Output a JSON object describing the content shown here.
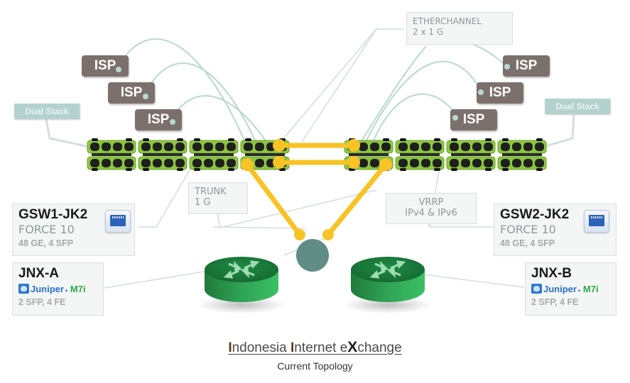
{
  "diagram": {
    "title_parts": [
      "I",
      "ndonesia ",
      "I",
      "nternet e",
      "X",
      "change"
    ],
    "subtitle": "Current Topology",
    "isp_label": "ISP",
    "isp_tags_left": [
      "ISP",
      "ISP",
      "ISP"
    ],
    "isp_tags_right": [
      "ISP",
      "ISP",
      "ISP"
    ],
    "dual_stack_left": "Dual Stack",
    "dual_stack_right": "Dual Stack",
    "notes": {
      "etherchannel": {
        "line1": "ETHERCHANNEL",
        "line2": "2 x 1 G"
      },
      "trunk": {
        "line1": "TRUNK",
        "line2": "1 G"
      },
      "vrrp": {
        "line1": "VRRP",
        "line2": "IPv4 & IPv6"
      }
    },
    "switches": [
      {
        "name": "GSW1-JK2",
        "vendor": "FORCE 10",
        "spec": "48 GE, 4 SFP",
        "icon": "ethernet-port-icon"
      },
      {
        "name": "GSW2-JK2",
        "vendor": "FORCE 10",
        "spec": "48 GE, 4 SFP",
        "icon": "ethernet-port-icon"
      }
    ],
    "routers": [
      {
        "name": "JNX-A",
        "brand": "Juniper",
        "model": "M7i",
        "spec": "2 SFP, 4 FE"
      },
      {
        "name": "JNX-B",
        "brand": "Juniper",
        "model": "M7i",
        "spec": "2 SFP, 4 FE"
      }
    ],
    "colors": {
      "isp_tag": "#7c706c",
      "dual_stack": "#b3d2ce",
      "switch_port_green": "#8cc63f",
      "link_yellow": "#f7c325",
      "router_green": "#2e9e4f",
      "vip_circle": "#5f8c85",
      "leader_line": "#b9d8d2"
    }
  }
}
